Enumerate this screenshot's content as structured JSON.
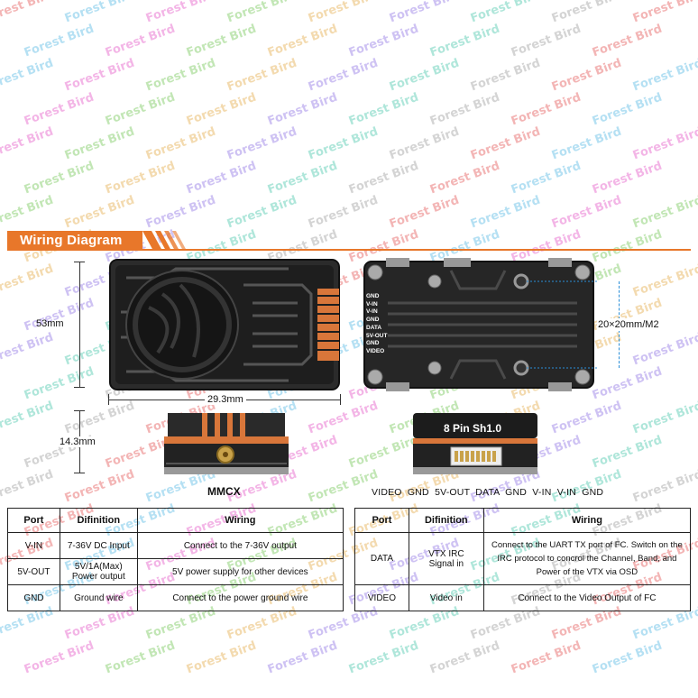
{
  "watermark": {
    "text": "Forest Bird"
  },
  "header": {
    "title": "Wiring Diagram",
    "accent_color": "#e8772a"
  },
  "dimensions": {
    "height": "53mm",
    "width": "29.3mm",
    "depth": "14.3mm",
    "mounting": "20×20mm/M2"
  },
  "connectors": {
    "antenna": "MMCX",
    "plug_label": "8 Pin Sh1.0",
    "board_pins": [
      "GND",
      "V-IN",
      "V-IN",
      "GND",
      "DATA",
      "5V-OUT",
      "GND",
      "VIDEO"
    ],
    "pinout_order": "VIDEO  GND  5V-OUT  DATA  GND  V-IN  V-IN  GND"
  },
  "table_left": {
    "headers": [
      "Port",
      "Difinition",
      "Wiring"
    ],
    "rows": [
      {
        "port": "V-IN",
        "definition": "7-36V DC Input",
        "wiring": "Connect to the 7-36V output"
      },
      {
        "port": "5V-OUT",
        "definition_line1": "5V/1A(Max)",
        "definition_line2": "Power output",
        "wiring": "5V power supply for other devices"
      },
      {
        "port": "GND",
        "definition": "Ground wire",
        "wiring": "Connect to the power ground wire"
      }
    ]
  },
  "table_right": {
    "headers": [
      "Port",
      "Difinition",
      "Wiring"
    ],
    "rows": [
      {
        "port": "DATA",
        "definition_line1": "VTX IRC",
        "definition_line2": "Signal in",
        "wiring_line1": "Connect to the UART TX port of FC. Switch on the",
        "wiring_line2": "IRC protocol to concrol the Channel, Band, and",
        "wiring_line3": "Power of the VTX via OSD"
      },
      {
        "port": "VIDEO",
        "definition": "Video in",
        "wiring": "Connect to the Video Output of FC"
      }
    ]
  }
}
